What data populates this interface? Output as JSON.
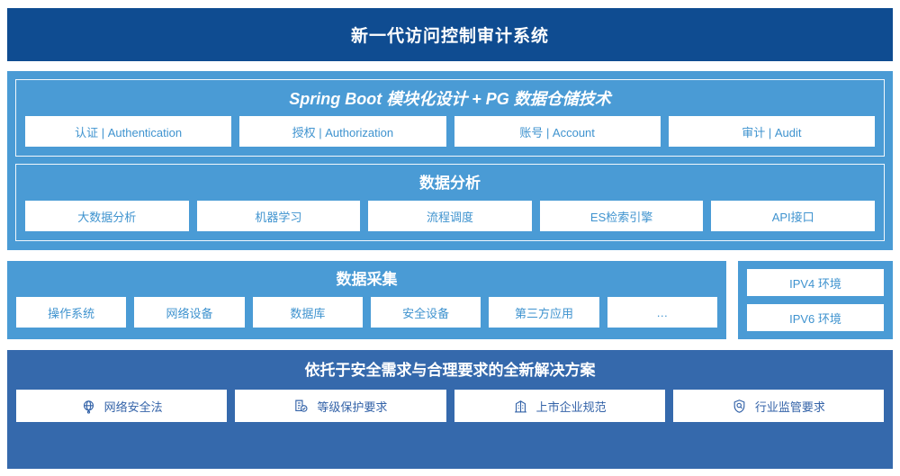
{
  "header": {
    "title": "新一代访问控制审计系统"
  },
  "colors": {
    "header_navy": "#0f4c91",
    "panel_light_blue": "#4a9bd5",
    "panel_dark_blue": "#3569ac",
    "card_text_blue": "#3f93cf",
    "bottom_card_text_blue": "#3463a8",
    "card_bg": "#ffffff"
  },
  "groups": {
    "platform": {
      "title": "Spring Boot 模块化设计 + PG 数据仓储技术",
      "cards": [
        {
          "label": "认证 | Authentication"
        },
        {
          "label": "授权 | Authorization"
        },
        {
          "label": "账号 | Account"
        },
        {
          "label": "审计 | Audit"
        }
      ]
    },
    "analysis": {
      "title": "数据分析",
      "cards": [
        {
          "label": "大数据分析"
        },
        {
          "label": "机器学习"
        },
        {
          "label": "流程调度"
        },
        {
          "label": "ES检索引擎"
        },
        {
          "label": "API接口"
        }
      ]
    },
    "collection": {
      "title": "数据采集",
      "cards": [
        {
          "label": "操作系统"
        },
        {
          "label": "网络设备"
        },
        {
          "label": "数据库"
        },
        {
          "label": "安全设备"
        },
        {
          "label": "第三方应用"
        },
        {
          "label": "…"
        }
      ]
    },
    "environments": {
      "cards": [
        {
          "label": "IPV4 环境"
        },
        {
          "label": "IPV6 环境"
        }
      ]
    },
    "compliance": {
      "title": "依托于安全需求与合理要求的全新解决方案",
      "cards": [
        {
          "label": "网络安全法",
          "icon": "globe-icon"
        },
        {
          "label": "等级保护要求",
          "icon": "document-check-icon"
        },
        {
          "label": "上市企业规范",
          "icon": "building-icon"
        },
        {
          "label": "行业监管要求",
          "icon": "shield-search-icon"
        }
      ]
    }
  }
}
